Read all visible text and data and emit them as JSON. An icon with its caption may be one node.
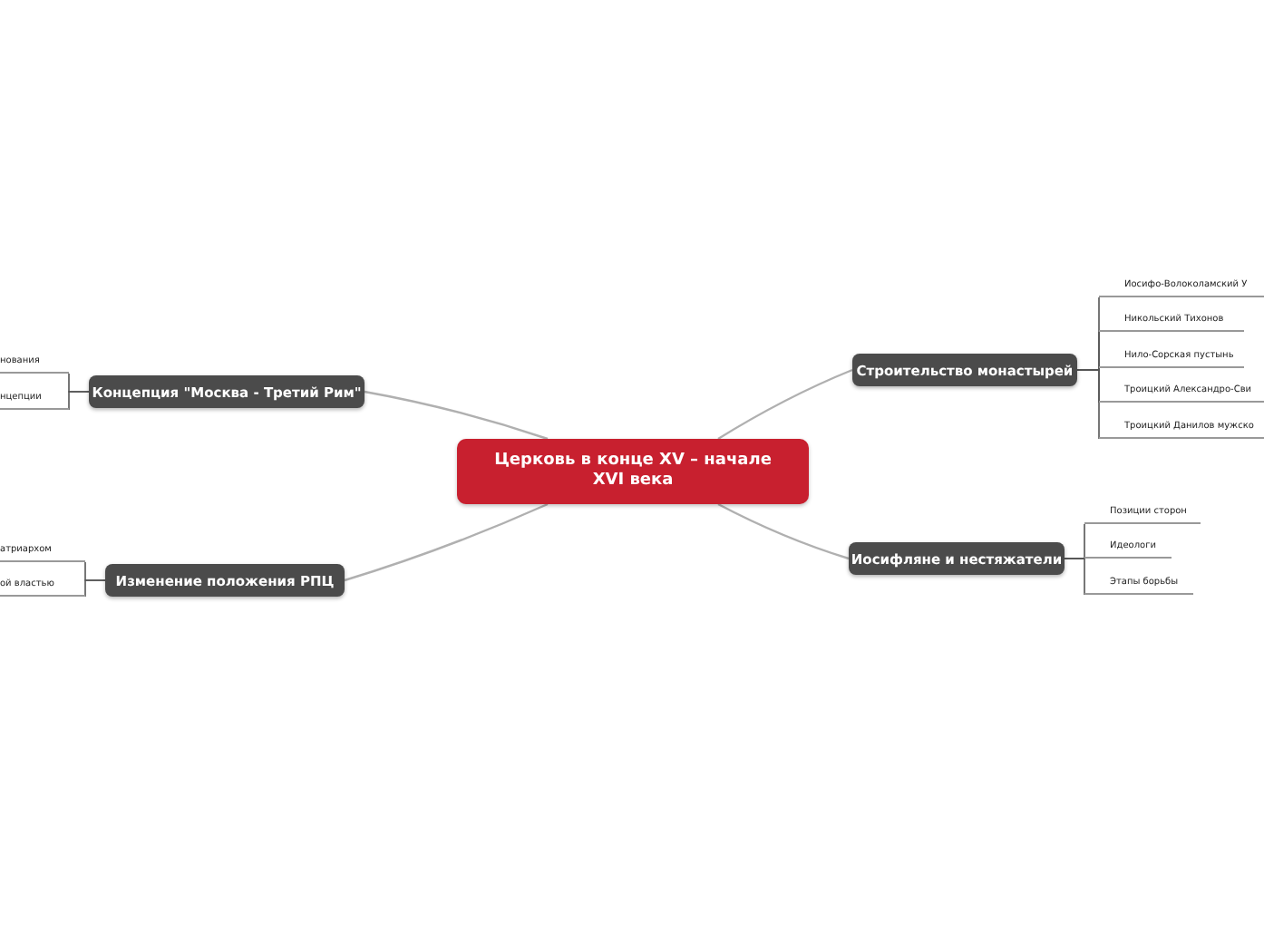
{
  "diagram": {
    "nodes": [
      {
        "text": [
          "Церковь в конце XV – начале XVI века"
        ]
      },
      {
        "text": [
          "Концепция \"Москва - Третий Рим\""
        ]
      },
      {
        "text": [
          "нования"
        ]
      },
      {
        "text": [
          "нцепции"
        ]
      },
      {
        "text": [
          "Строительство монастырей"
        ]
      },
      {
        "text": [
          "Иосифо-Волоколамский У"
        ]
      },
      {
        "text": [
          "Никольский Тихонов"
        ]
      },
      {
        "text": [
          "Нило-Сорская пустынь"
        ]
      },
      {
        "text": [
          "Троицкий Александро-Сви"
        ]
      },
      {
        "text": [
          "Троицкий Данилов мужско"
        ]
      },
      {
        "text": [
          "Изменение положения РПЦ"
        ]
      },
      {
        "text": [
          "атриархом"
        ]
      },
      {
        "text": [
          "ой властью"
        ]
      },
      {
        "text": [
          "Иосифляне и нестяжатели"
        ]
      },
      {
        "text": [
          "Позиции сторон"
        ]
      },
      {
        "text": [
          "Идеологи"
        ]
      },
      {
        "text": [
          "Этапы борьбы"
        ]
      }
    ],
    "edges": [
      {
        "from": 0,
        "to": 1,
        "arrow": "none",
        "color": "#b0b0b0"
      },
      {
        "from": 1,
        "to": 2,
        "arrow": "none"
      },
      {
        "from": 1,
        "to": 3,
        "arrow": "none"
      },
      {
        "from": 0,
        "to": 4,
        "arrow": "none",
        "color": "#b0b0b0"
      },
      {
        "from": 4,
        "to": 5,
        "arrow": "none"
      },
      {
        "from": 4,
        "to": 6,
        "arrow": "none"
      },
      {
        "from": 4,
        "to": 7,
        "arrow": "none"
      },
      {
        "from": 4,
        "to": 8,
        "arrow": "none"
      },
      {
        "from": 4,
        "to": 9,
        "arrow": "none"
      },
      {
        "from": 0,
        "to": 10,
        "arrow": "none",
        "color": "#b0b0b0"
      },
      {
        "from": 10,
        "to": 11,
        "arrow": "none"
      },
      {
        "from": 10,
        "to": 12,
        "arrow": "none"
      },
      {
        "from": 0,
        "to": 13,
        "arrow": "none",
        "color": "#b0b0b0"
      },
      {
        "from": 13,
        "to": 14,
        "arrow": "none"
      },
      {
        "from": 13,
        "to": 15,
        "arrow": "none"
      },
      {
        "from": 13,
        "to": 16,
        "arrow": "none"
      }
    ]
  }
}
